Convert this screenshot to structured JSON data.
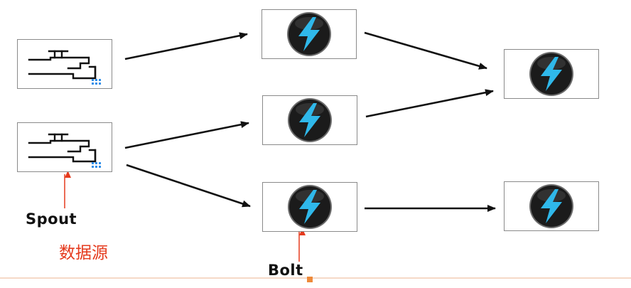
{
  "labels": {
    "spout": "Spout",
    "spout_cn": "数据源",
    "bolt": "Bolt"
  },
  "colors": {
    "arrow": "#111111",
    "pointer": "#e53a1d",
    "bolt_disc": "#1b1b1b",
    "bolt_glyph": "#2fb8ea",
    "tap_water": "#2f8ee8"
  },
  "icons": {
    "spout": "faucet-icon",
    "bolt": "lightning-bolt-icon"
  }
}
